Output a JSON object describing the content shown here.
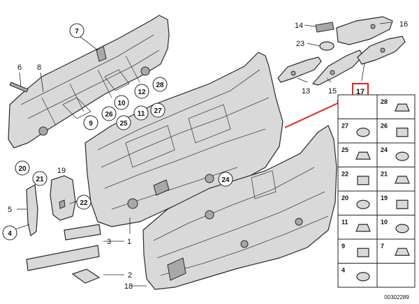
{
  "diagram": {
    "document_code": "00302289",
    "highlight_color": "#e8231b",
    "callout_labels": {
      "c7": "7",
      "c12": "12",
      "c28": "28",
      "c10": "10",
      "c26": "26",
      "c9": "9",
      "c11": "11",
      "c27": "27",
      "c25": "25",
      "c20": "20",
      "c21": "21",
      "c22": "22",
      "c4": "4",
      "c24": "24"
    },
    "plain_labels": {
      "l6": "6",
      "l8": "8",
      "l19": "19",
      "l5": "5",
      "l3": "3",
      "l1": "1",
      "l2": "2",
      "l18": "18",
      "l14": "14",
      "l16": "16",
      "l23": "23",
      "l13": "13",
      "l15": "15"
    },
    "highlighted_label": "17",
    "legend": [
      {
        "label": "28"
      },
      {
        "label": "27"
      },
      {
        "label": "26"
      },
      {
        "label": "25"
      },
      {
        "label": "24"
      },
      {
        "label": "22"
      },
      {
        "label": "21"
      },
      {
        "label": "20"
      },
      {
        "label": "19"
      },
      {
        "label": "11"
      },
      {
        "label": "10"
      },
      {
        "label": "9"
      },
      {
        "label": "7"
      },
      {
        "label": "4"
      }
    ]
  }
}
